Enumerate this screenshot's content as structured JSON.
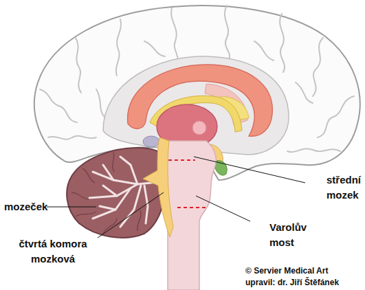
{
  "diagram": {
    "labels": [
      "střední mozek",
      "mozeček",
      "čtvrtá komora mozková",
      "Varolův most",
      "© Servier Medical Art upravil: dr. Jiří Štěfánek"
    ]
  }
}
